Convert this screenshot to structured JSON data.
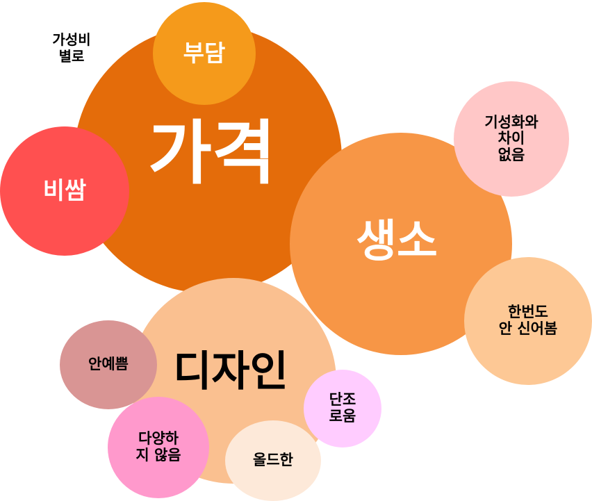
{
  "diagram": {
    "type": "bubble-cluster",
    "bubbles": {
      "price": {
        "label": "가격",
        "color": "#E46C0A",
        "text_color": "#FFFFFF"
      },
      "burden": {
        "label": "부담",
        "color": "#F59A1B",
        "text_color": "#FFFFFF"
      },
      "expensive": {
        "label": "비쌈",
        "color": "#FF5050",
        "text_color": "#FFFFFF"
      },
      "unfamiliar": {
        "label": "생소",
        "color": "#F79646",
        "text_color": "#FFFFFF"
      },
      "no_difference": {
        "label": "기성화와\n차이\n없음",
        "color": "#FFC7C7",
        "text_color": "#000000"
      },
      "never_tried": {
        "label": "한번도\n안 신어봄",
        "color": "#FDC895",
        "text_color": "#000000"
      },
      "design": {
        "label": "디자인",
        "color": "#FAC090",
        "text_color": "#000000"
      },
      "not_pretty": {
        "label": "안예쁨",
        "color": "#D99594",
        "text_color": "#000000"
      },
      "not_varied": {
        "label": "다양하\n지 않음",
        "color": "#FF99CC",
        "text_color": "#000000"
      },
      "oldish": {
        "label": "올드한",
        "color": "#FDE9D9",
        "text_color": "#000000"
      },
      "monotone": {
        "label": "단조\n로움",
        "color": "#FFCCFF",
        "text_color": "#000000"
      }
    },
    "free_labels": {
      "cost_performance": "가성비\n별로"
    }
  }
}
